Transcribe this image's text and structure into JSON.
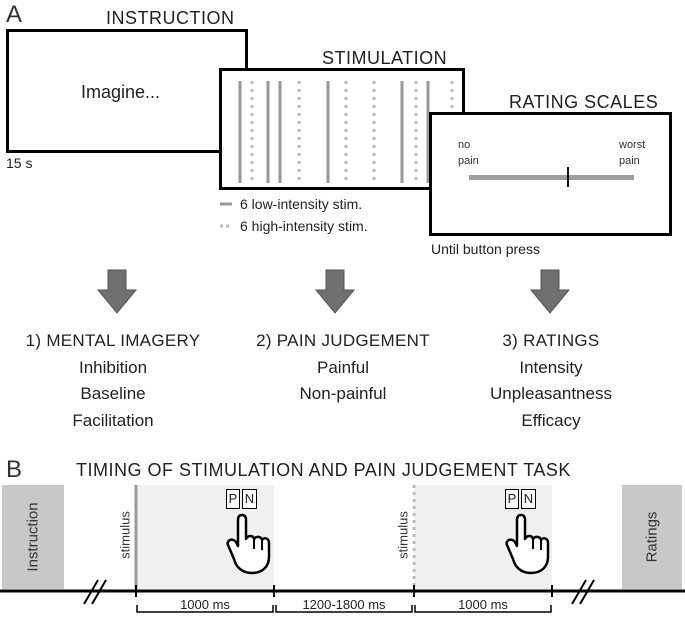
{
  "panel_a": {
    "letter": "A",
    "instruction": {
      "title": "INSTRUCTION",
      "body": "Imagine...",
      "duration": "15 s"
    },
    "stimulation": {
      "title": "STIMULATION",
      "legend": [
        {
          "label": "6 low-intensity stim.",
          "style": "solid"
        },
        {
          "label": "6 high-intensity stim.",
          "style": "dotted"
        }
      ]
    },
    "rating_scales": {
      "title": "RATING SCALES",
      "left_anchor": [
        "no",
        "pain"
      ],
      "right_anchor": [
        "worst",
        "pain"
      ],
      "footer": "Until button press"
    },
    "categories": [
      {
        "heading": "1) MENTAL IMAGERY",
        "items": [
          "Inhibition",
          "Baseline",
          "Facilitation"
        ]
      },
      {
        "heading": "2) PAIN JUDGEMENT",
        "items": [
          "Painful",
          "Non-painful"
        ]
      },
      {
        "heading": "3) RATINGS",
        "items": [
          "Intensity",
          "Unpleasantness",
          "Efficacy"
        ]
      }
    ]
  },
  "panel_b": {
    "letter": "B",
    "title": "TIMING OF STIMULATION AND PAIN JUDGEMENT TASK",
    "instruction_label": "Instruction",
    "ratings_label": "Ratings",
    "stimulus_label": "stimulus",
    "key_p": "P",
    "key_n": "N",
    "durations": [
      "1000 ms",
      "1200-1800 ms",
      "1000 ms"
    ]
  },
  "colors": {
    "box_border": "#000000",
    "gray_bar": "#999999",
    "arrow": "#707070",
    "shade": "#f0f0f0",
    "side_box": "#c8c8c8"
  }
}
